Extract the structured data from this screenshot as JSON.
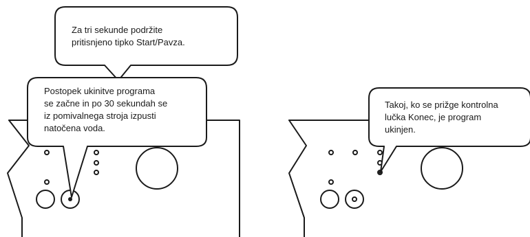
{
  "panels": [
    {
      "callouts": [
        {
          "lines": [
            "Za tri sekunde podržite",
            "pritisnjeno tipko Start/Pavza."
          ]
        },
        {
          "lines": [
            "Postopek ukinitve programa",
            "se začne in po 30 sekundah se",
            "iz pomivalnega stroja izpusti",
            "natočena voda."
          ]
        }
      ]
    },
    {
      "callouts": [
        {
          "lines": [
            "Takoj, ko se prižge kontrolna",
            "lučka Konec, je program",
            "ukinjen."
          ]
        }
      ]
    }
  ]
}
